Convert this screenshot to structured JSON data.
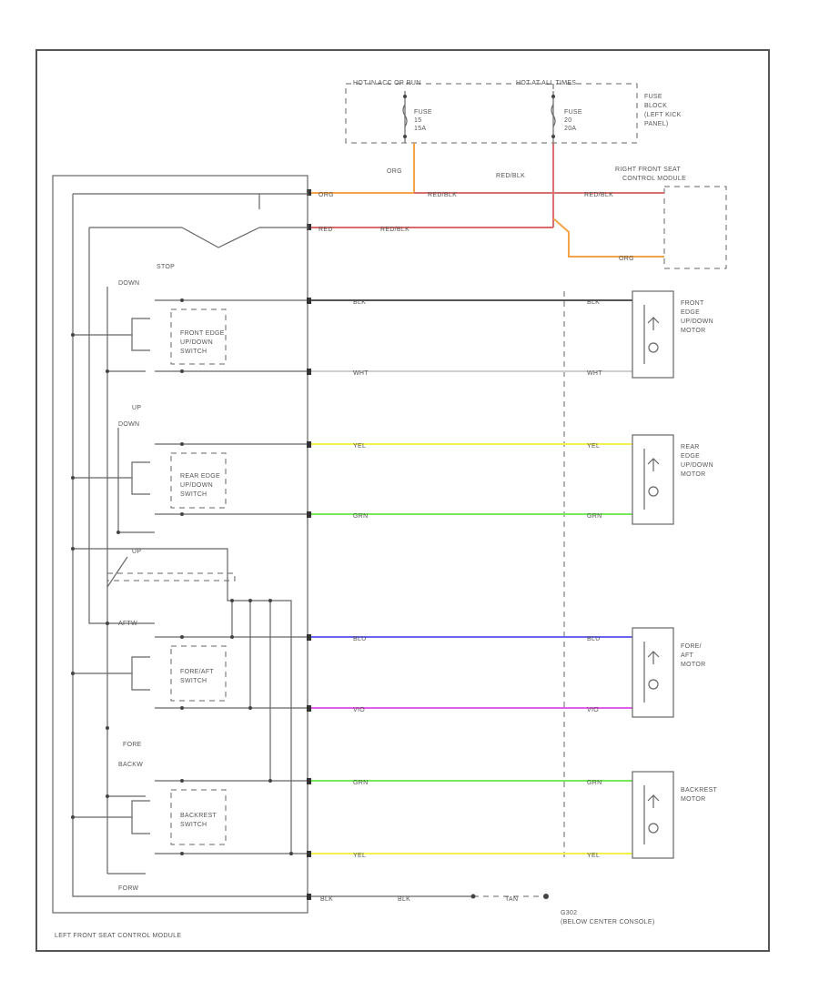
{
  "fuse_block": {
    "hot_run_label": "HOT IN ACC OR RUN",
    "hot_all_label": "HOT AT ALL TIMES",
    "fuse_a": [
      "FUSE",
      "15",
      "15A"
    ],
    "fuse_b": [
      "FUSE",
      "20",
      "20A"
    ],
    "block_label": [
      "FUSE",
      "BLOCK",
      "(LEFT KICK",
      "PANEL)"
    ]
  },
  "right_module": {
    "label": [
      "RIGHT FRONT SEAT",
      "CONTROL MODULE"
    ]
  },
  "left_module": {
    "label": "LEFT FRONT SEAT CONTROL MODULE"
  },
  "switch_labels": {
    "stop": "STOP",
    "down1": "DOWN",
    "front_edge": [
      "FRONT EDGE",
      "UP/DOWN",
      "SWITCH"
    ],
    "up1": "UP",
    "down2": "DOWN",
    "rear_edge": [
      "REAR EDGE",
      "UP/DOWN",
      "SWITCH"
    ],
    "up2": "UP",
    "aftw": "AFTW",
    "fore_aft": [
      "FORE/AFT",
      "SWITCH"
    ],
    "fore": "FORE",
    "backw": "BACKW",
    "backrest": [
      "BACKREST",
      "SWITCH"
    ],
    "forw": "FORW"
  },
  "wire_labels": {
    "org1": "ORG",
    "red_blk_v": "RED/BLK",
    "red_blk_top": "RED/BLK",
    "red_blk_right": "RED/BLK",
    "red_blk_mid": "RED/BLK",
    "org_right": "ORG",
    "org_top": "ORG",
    "red_left": "RED",
    "front_top_l": "BLK",
    "front_top_r": "BLK",
    "front_bot_l": "WHT",
    "front_bot_r": "WHT",
    "rear_top_l": "YEL",
    "rear_top_r": "YEL",
    "rear_bot_l": "GRN",
    "rear_bot_r": "GRN",
    "fa_top_l": "BLU",
    "fa_top_r": "BLU",
    "fa_bot_l": "VIO",
    "fa_bot_r": "VIO",
    "br_top_l": "GRN",
    "br_top_r": "GRN",
    "br_bot_l": "YEL",
    "br_bot_r": "YEL",
    "gnd_1": "BLK",
    "gnd_2": "BLK",
    "gnd_3": "TAN"
  },
  "motors": {
    "front_edge": [
      "FRONT",
      "EDGE",
      "UP/DOWN",
      "MOTOR"
    ],
    "rear_edge": [
      "REAR",
      "EDGE",
      "UP/DOWN",
      "MOTOR"
    ],
    "fore_aft": [
      "FORE/",
      "AFT",
      "MOTOR"
    ],
    "backrest": [
      "BACKREST",
      "MOTOR"
    ]
  },
  "ground": {
    "id": "G302",
    "location": "(BELOW CENTER CONSOLE)"
  },
  "colors": {
    "org": "#f5a348",
    "red": "#e06a6a",
    "red_blk": "#d97070",
    "blk": "#555555",
    "wht": "#cfcfcf",
    "yel": "#f2f24a",
    "grn": "#77e85a",
    "blu": "#6666ee",
    "vio": "#e55ce8"
  }
}
